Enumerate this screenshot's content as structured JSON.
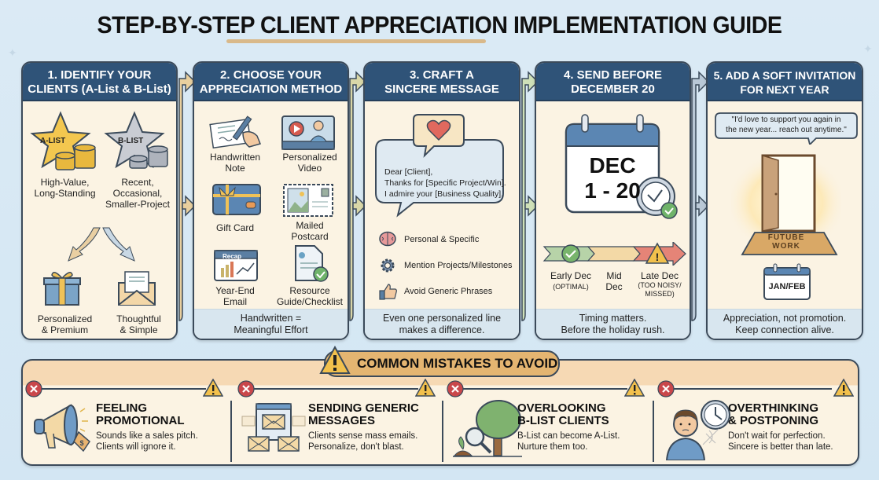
{
  "title": {
    "pre": "STEP-BY-STEP ",
    "highlight": "CLIENT APPRECIATION",
    "post": " IMPLEMENTATION GUIDE"
  },
  "colors": {
    "header_bg": "#2f5378",
    "panel_bg": "#fbf3e3",
    "footer_bg": "#d8e6ef",
    "mistakes_bg": "#f6d9b4",
    "badge": "#e4b571",
    "outline": "#3b4a5a",
    "error_red": "#c9474b",
    "warning_yellow": "#f2c04c"
  },
  "steps": [
    {
      "heading_1": "1. IDENTIFY YOUR",
      "heading_2": "CLIENTS (A-List & B-List)",
      "items": [
        {
          "icon": "gold-star-coins-icon",
          "badge": "A-LIST",
          "label_1": "High-Value,",
          "label_2": "Long-Standing"
        },
        {
          "icon": "silver-star-coins-icon",
          "badge": "B-LIST",
          "label_1": "Recent,",
          "label_2": "Occasional,",
          "label_3": "Smaller-Project"
        },
        {
          "icon": "gift-box-icon",
          "label_1": "Personalized",
          "label_2": "& Premium"
        },
        {
          "icon": "envelope-letter-icon",
          "label_1": "Thoughtful",
          "label_2": "& Simple"
        }
      ]
    },
    {
      "heading_1": "2. CHOOSE YOUR",
      "heading_2": "APPRECIATION METHOD",
      "items": [
        {
          "icon": "handwritten-note-icon",
          "label_1": "Handwritten",
          "label_2": "Note"
        },
        {
          "icon": "video-icon",
          "label_1": "Personalized",
          "label_2": "Video"
        },
        {
          "icon": "gift-card-icon",
          "label_1": "Gift Card"
        },
        {
          "icon": "postcard-icon",
          "label_1": "Mailed",
          "label_2": "Postcard"
        },
        {
          "icon": "recap-calendar-icon",
          "badge": "Recap",
          "label_1": "Year-End",
          "label_2": "Email"
        },
        {
          "icon": "checklist-document-icon",
          "label_1": "Resource",
          "label_2": "Guide/Checklist"
        }
      ],
      "footer_1": "Handwritten =",
      "footer_2": "Meaningful Effort"
    },
    {
      "heading_1": "3. CRAFT A",
      "heading_2": "SINCERE MESSAGE",
      "message": [
        "Dear [Client],",
        "Thanks for [Specific Project/Win].",
        "I admire your [Business Quality]."
      ],
      "tips": [
        {
          "icon": "brain-icon",
          "label": "Personal & Specific"
        },
        {
          "icon": "gear-icon",
          "label": "Mention Projects/Milestones"
        },
        {
          "icon": "thumbs-up-icon",
          "label": "Avoid Generic Phrases"
        }
      ],
      "footer_1": "Even one personalized line",
      "footer_2": "makes a difference."
    },
    {
      "heading_1": "4. SEND BEFORE",
      "heading_2": "DECEMBER 20",
      "calendar_1": "DEC",
      "calendar_2": "1 - 20",
      "timeline": [
        {
          "label": "Early Dec",
          "note": "(OPTIMAL)",
          "status": "optimal"
        },
        {
          "label": "Mid",
          "note": "Dec",
          "status": "neutral"
        },
        {
          "label": "Late Dec",
          "note": "(TOO NOISY/",
          "note_2": "MISSED)",
          "status": "warning"
        }
      ],
      "footer_1": "Timing matters.",
      "footer_2": "Before the holiday rush."
    },
    {
      "heading_1": "5. ADD A SOFT INVITATION",
      "heading_2": "FOR NEXT YEAR",
      "quote_1": "\"I'd love to support you again in",
      "quote_2": "the new year... reach out anytime.\"",
      "mat_1": "FUTUBE",
      "mat_2": "WORK",
      "calendar": "JAN/FEB",
      "footer_1": "Appreciation, not promotion.",
      "footer_2": "Keep connection alive."
    }
  ],
  "mistakes": {
    "heading": "COMMON MISTAKES TO AVOID",
    "items": [
      {
        "icon": "megaphone-icon",
        "title_1": "FEELING",
        "title_2": "PROMOTIONAL",
        "desc_1": "Sounds like a sales pitch.",
        "desc_2": "Clients will ignore it."
      },
      {
        "icon": "mass-email-icon",
        "title_1": "SENDING GENERIC",
        "title_2": "MESSAGES",
        "desc_1": "Clients sense mass emails.",
        "desc_2": "Personalize, don't blast."
      },
      {
        "icon": "tree-magnifier-icon",
        "title_1": "OVERLOOKING",
        "title_2": "B-LIST CLIENTS",
        "desc_1": "B-List can become A-List.",
        "desc_2": "Nurture them too."
      },
      {
        "icon": "thinking-person-clock-icon",
        "title_1": "OVERTHINKING",
        "title_2": "& POSTPONING",
        "desc_1": "Don't wait for perfection.",
        "desc_2": "Sincere is better than late."
      }
    ]
  }
}
